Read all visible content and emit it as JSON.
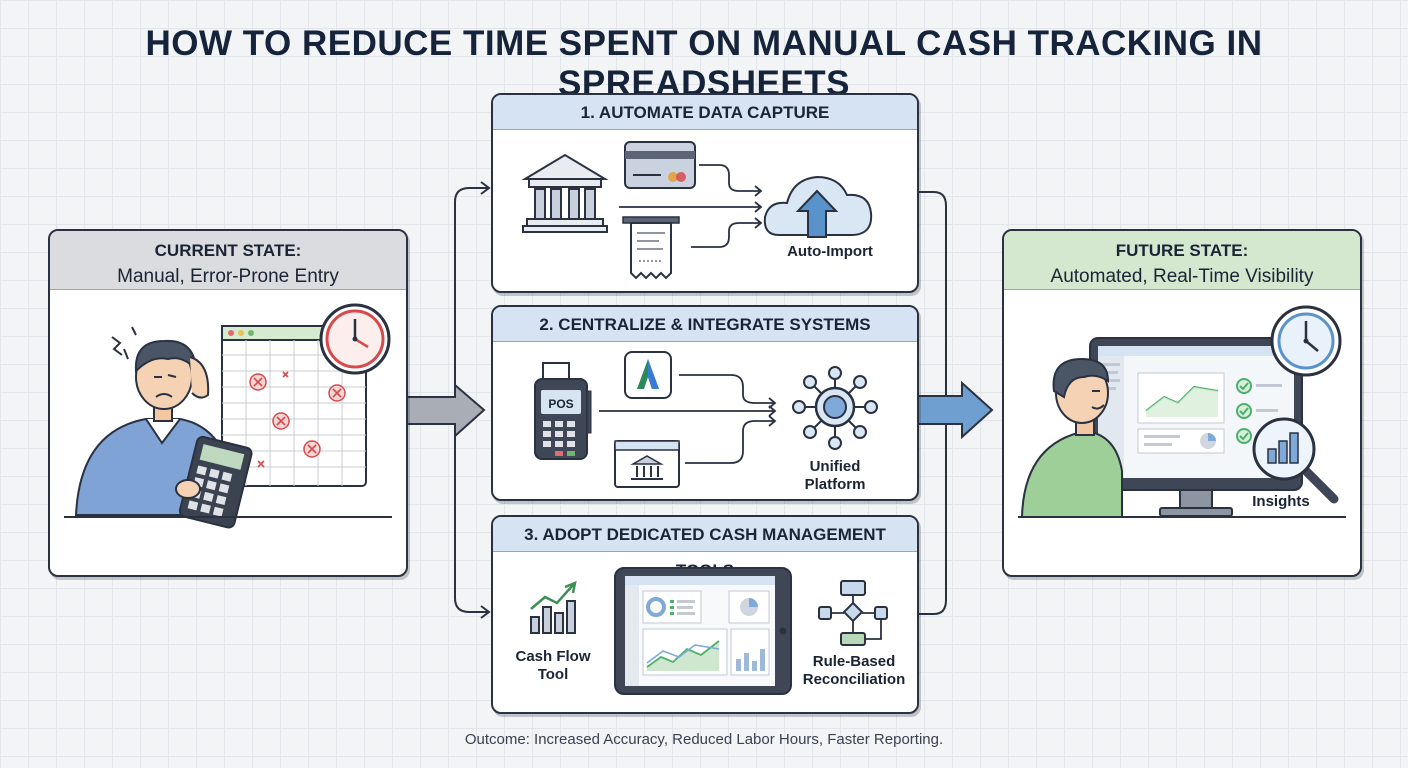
{
  "title": "HOW TO REDUCE TIME SPENT ON MANUAL CASH TRACKING IN SPREADSHEETS",
  "current_state": {
    "label": "CURRENT STATE:",
    "subtitle": "Manual, Error-Prone Entry"
  },
  "future_state": {
    "label": "FUTURE STATE:",
    "subtitle": "Automated, Real-Time Visibility",
    "insights_label": "Insights"
  },
  "step1": {
    "title": "1. AUTOMATE DATA CAPTURE",
    "target_label": "Auto-Import"
  },
  "step2": {
    "title": "2. CENTRALIZE & INTEGRATE SYSTEMS",
    "pos_label": "POS",
    "target_label_line1": "Unified",
    "target_label_line2": "Platform"
  },
  "step3": {
    "title": "3. ADOPT DEDICATED CASH MANAGEMENT TOOLS",
    "tool_line1": "Cash Flow",
    "tool_line2": "Tool",
    "rec_line1": "Rule-Based",
    "rec_line2": "Reconciliation"
  },
  "outcome": "Outcome: Increased Accuracy, Reduced Labor Hours, Faster Reporting.",
  "colors": {
    "current_header": "#dadcdf",
    "future_header": "#d3e8cf",
    "step_header": "#d5e3f2",
    "arrow_gray": "#a8adb6",
    "arrow_blue": "#6f9fd0",
    "error_red": "#d84a4a",
    "check_green": "#4caf6a"
  }
}
